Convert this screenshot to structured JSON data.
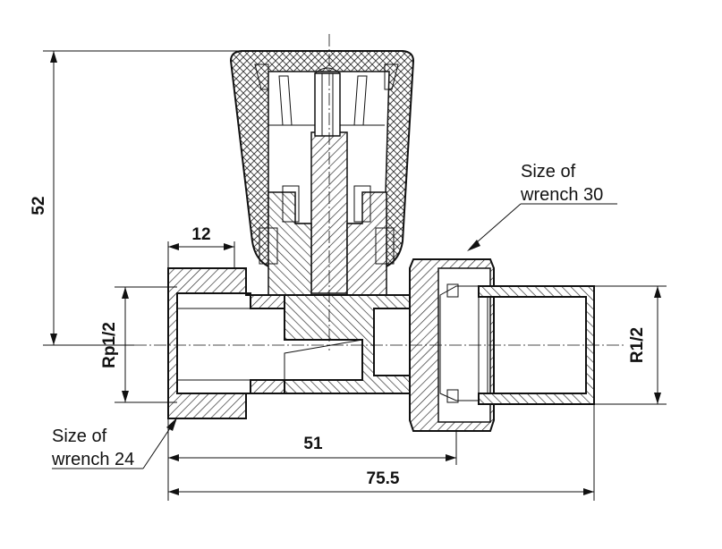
{
  "dimensions": {
    "height": "52",
    "socket_length": "12",
    "to_union": "51",
    "overall_length": "75.5",
    "inlet_thread": "Rp1/2",
    "outlet_thread": "R1/2"
  },
  "notes": {
    "wrench_30_line1": "Size of",
    "wrench_30_line2": "wrench 30",
    "wrench_24_line1": "Size of",
    "wrench_24_line2": "wrench 24"
  }
}
